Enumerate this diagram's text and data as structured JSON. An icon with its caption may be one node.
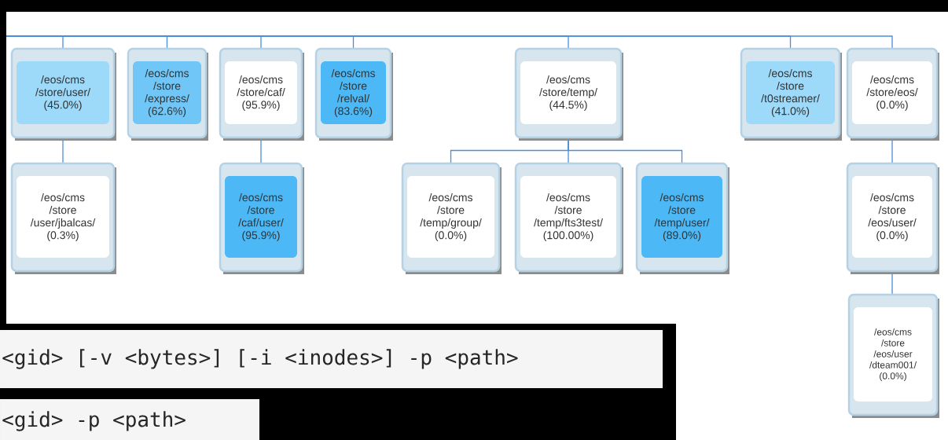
{
  "diagram": {
    "nodes": [
      {
        "text": [
          "/eos/cms /store/user/ (45.0%)"
        ]
      },
      {
        "text": [
          "/eos/cms /store /express/ (62.6%)"
        ]
      },
      {
        "text": [
          "/eos/cms /store/caf/ (95.9%)"
        ]
      },
      {
        "text": [
          "/eos/cms /store /relval/ (83.6%)"
        ]
      },
      {
        "text": [
          "/eos/cms /store/temp/ (44.5%)"
        ]
      },
      {
        "text": [
          "/eos/cms /store /t0streamer/ (41.0%)"
        ]
      },
      {
        "text": [
          "/eos/cms /store/eos/ (0.0%)"
        ]
      },
      {
        "text": [
          "/eos/cms /store /user/jbalcas/ (0.3%)"
        ]
      },
      {
        "text": [
          "/eos/cms /store /caf/user/ (95.9%)"
        ]
      },
      {
        "text": [
          "/eos/cms /store /temp/group/ (0.0%)"
        ]
      },
      {
        "text": [
          "/eos/cms /store /temp/fts3test/ (100.00%)"
        ]
      },
      {
        "text": [
          "/eos/cms /store /temp/user/ (89.0%)"
        ]
      },
      {
        "text": [
          "/eos/cms /store /eos/user/ (0.0%)"
        ]
      },
      {
        "text": [
          "/eos/cms /store /eos/user /dteam001/ (0.0%)"
        ]
      }
    ],
    "edges": [
      {
        "from": null,
        "to": 0,
        "arrow": "none"
      },
      {
        "from": null,
        "to": 1,
        "arrow": "none"
      },
      {
        "from": null,
        "to": 2,
        "arrow": "none"
      },
      {
        "from": null,
        "to": 3,
        "arrow": "none"
      },
      {
        "from": null,
        "to": 4,
        "arrow": "none"
      },
      {
        "from": null,
        "to": 5,
        "arrow": "none"
      },
      {
        "from": null,
        "to": 6,
        "arrow": "none"
      },
      {
        "from": 0,
        "to": 7,
        "arrow": "none"
      },
      {
        "from": 2,
        "to": 8,
        "arrow": "none"
      },
      {
        "from": 4,
        "to": 9,
        "arrow": "none"
      },
      {
        "from": 4,
        "to": 10,
        "arrow": "none"
      },
      {
        "from": 4,
        "to": 11,
        "arrow": "none"
      },
      {
        "from": 6,
        "to": 12,
        "arrow": "none"
      },
      {
        "from": 12,
        "to": 13,
        "arrow": "none"
      }
    ],
    "labels": [
      "<gid> [-v <bytes>] [-i <inodes>] -p <path>",
      "<gid> -p <path>"
    ]
  }
}
